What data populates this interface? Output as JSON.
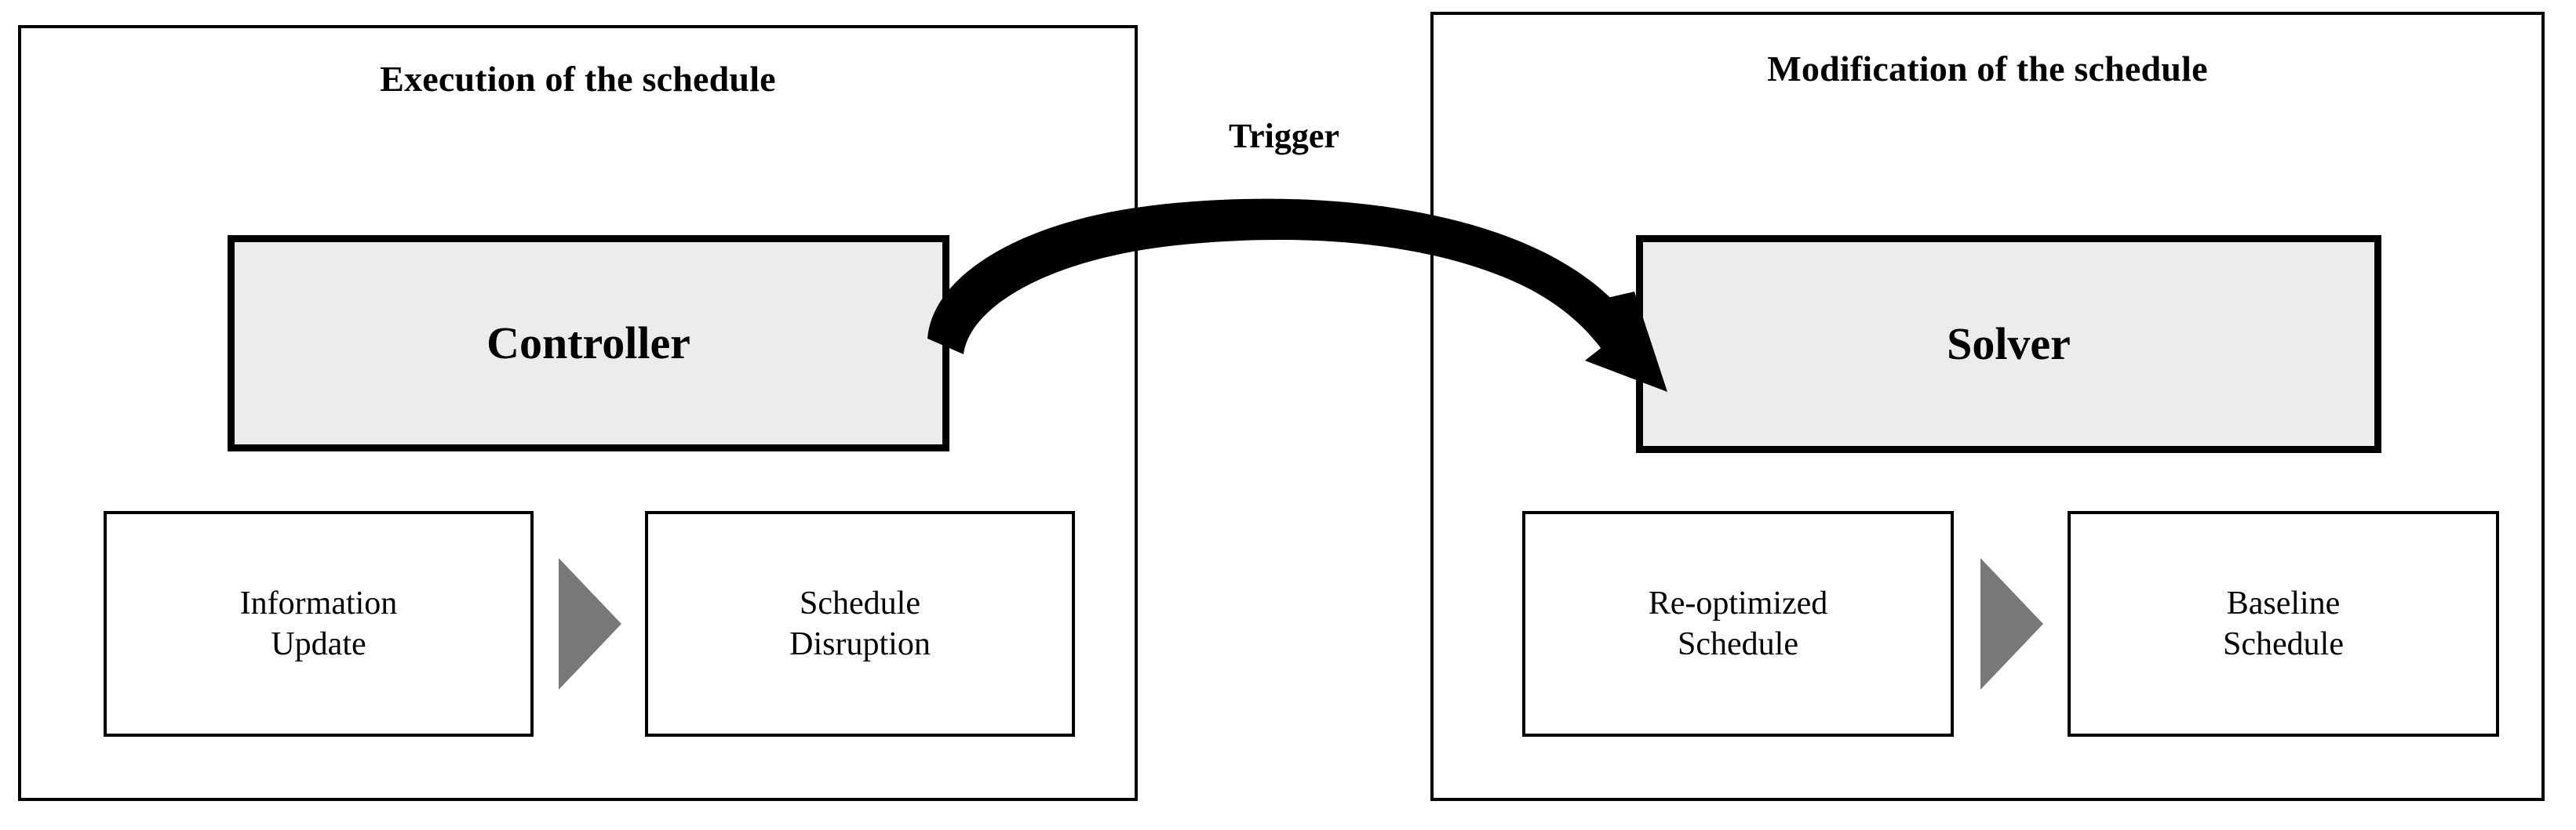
{
  "diagram": {
    "title_left": "Execution of the schedule",
    "title_right": "Modification of the schedule",
    "trigger_label": "Trigger",
    "colors": {
      "primary_box_fill": "#ececec",
      "primary_box_border": "#000000",
      "secondary_box_fill": "#ffffff",
      "secondary_box_border": "#000000",
      "gray_arrow": "#7a7876",
      "curved_arrow": "#000000",
      "background": "#ffffff",
      "text": "#000000"
    }
  },
  "panels": [
    {
      "id": "execution",
      "title": "Execution of the schedule",
      "primary_box": {
        "label": "Controller",
        "fill": "#ececec"
      },
      "flow_boxes": [
        {
          "lines": [
            "Information",
            "Update"
          ]
        },
        {
          "lines": [
            "Schedule",
            "Disruption"
          ]
        }
      ],
      "connector": "gray-triangle-right"
    },
    {
      "id": "modification",
      "title": "Modification of the schedule",
      "primary_box": {
        "label": "Solver",
        "fill": "#ececec"
      },
      "flow_boxes": [
        {
          "lines": [
            "Re-optimized",
            "Schedule"
          ]
        },
        {
          "lines": [
            "Baseline",
            "Schedule"
          ]
        }
      ],
      "connector": "gray-triangle-right"
    }
  ],
  "cross_panel_arrow": {
    "label": "Trigger",
    "from": "Controller",
    "to": "Solver",
    "style": "curved-tapered-arrow",
    "direction": "left-to-right"
  },
  "icons": {
    "gray_triangle": "triangle-right-icon",
    "curved_arrow": "curved-arrow-right-icon"
  }
}
